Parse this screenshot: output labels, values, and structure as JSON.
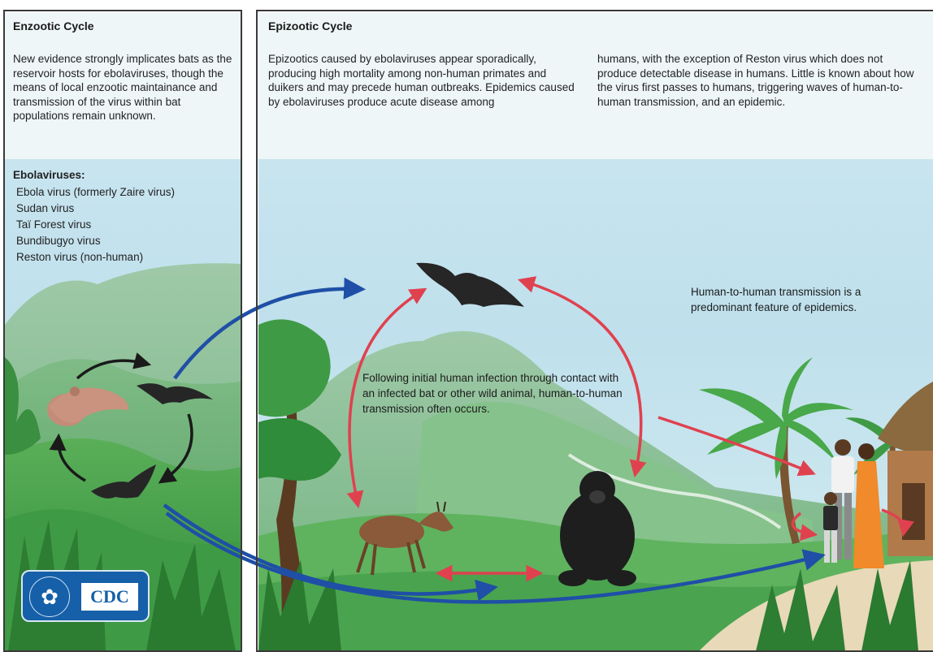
{
  "enzootic": {
    "title": "Enzootic Cycle",
    "text": "New evidence strongly implicates bats as the reservoir hosts for ebolaviruses, though the means of local enzootic maintainance and transmission of the virus within bat populations remain unknown.",
    "list_heading": "Ebolaviruses:",
    "viruses": [
      "Ebola virus (formerly Zaire virus)",
      "Sudan virus",
      "Taï Forest virus",
      "Bundibugyo virus",
      "Reston virus (non-human)"
    ]
  },
  "epizootic": {
    "title": "Epizootic Cycle",
    "text_left": "Epizootics caused by ebolaviruses appear sporadically, producing high mortality among non-human primates and duikers and may precede human outbreaks. Epidemics caused by ebolaviruses produce acute disease among",
    "text_right": "humans, with the exception of Reston virus which does not produce detectable disease in humans. Little is known about how the virus first passes to humans, triggering waves of human-to-human transmission, and an epidemic.",
    "center_caption": "Following initial human infection through contact with an infected bat or other wild animal, human-to-human transmission often occurs.",
    "right_caption": "Human-to-human transmission is a predominant feature of epidemics."
  },
  "logo": {
    "label": "CDC"
  },
  "colors": {
    "blue_arrow": "#1f4fa6",
    "red_arrow": "#e0414f",
    "black_arrow": "#1a1a1a",
    "panel_border": "#3a3a3a",
    "logo_blue": "#1560a8"
  }
}
